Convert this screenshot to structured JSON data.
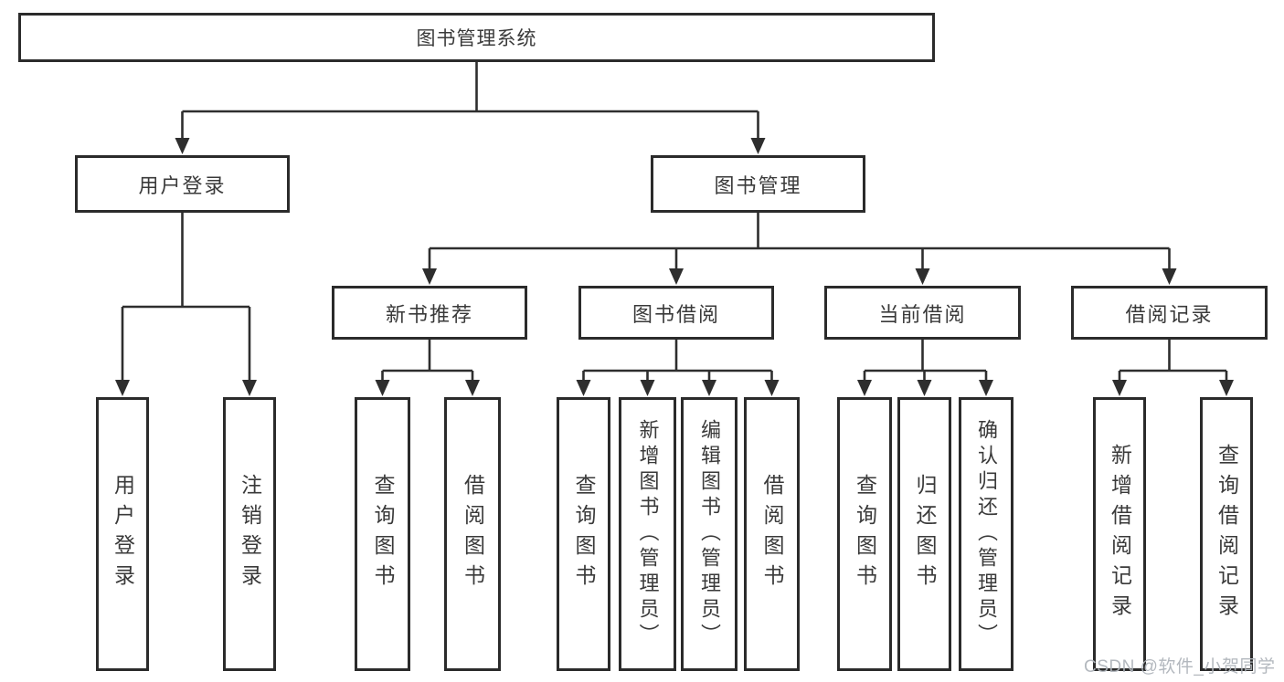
{
  "colors": {
    "line": "#2e2e2e",
    "border": "#2b2b2b",
    "text": "#3a3a3a",
    "watermark": "#afb4ba",
    "background": "#ffffff"
  },
  "watermark": {
    "text": "CSDN @软件_小贺同学"
  },
  "diagram": {
    "root": {
      "label": "图书管理系统"
    },
    "level2": [
      {
        "id": "user-login",
        "label": "用户登录"
      },
      {
        "id": "book-management",
        "label": "图书管理"
      }
    ],
    "level3": [
      {
        "id": "new-book-recommend",
        "label": "新书推荐"
      },
      {
        "id": "book-borrowing",
        "label": "图书借阅"
      },
      {
        "id": "current-borrowing",
        "label": "当前借阅"
      },
      {
        "id": "borrowing-records",
        "label": "借阅记录"
      }
    ],
    "leaves": [
      {
        "id": "user-login-leaf",
        "label": "用户登录"
      },
      {
        "id": "logout",
        "label": "注销登录"
      },
      {
        "id": "recommend-query-books",
        "label": "查询图书"
      },
      {
        "id": "recommend-borrow-books",
        "label": "借阅图书"
      },
      {
        "id": "borrowing-query-books",
        "label": "查询图书"
      },
      {
        "id": "borrowing-add-books",
        "label": "新增图书（管理员）"
      },
      {
        "id": "borrowing-edit-books",
        "label": "编辑图书（管理员）"
      },
      {
        "id": "borrowing-borrow-books",
        "label": "借阅图书"
      },
      {
        "id": "current-query-books",
        "label": "查询图书"
      },
      {
        "id": "current-return-books",
        "label": "归还图书"
      },
      {
        "id": "current-confirm-return",
        "label": "确认归还（管理员）"
      },
      {
        "id": "records-add-record",
        "label": "新增借阅记录"
      },
      {
        "id": "records-query-record",
        "label": "查询借阅记录"
      }
    ]
  }
}
